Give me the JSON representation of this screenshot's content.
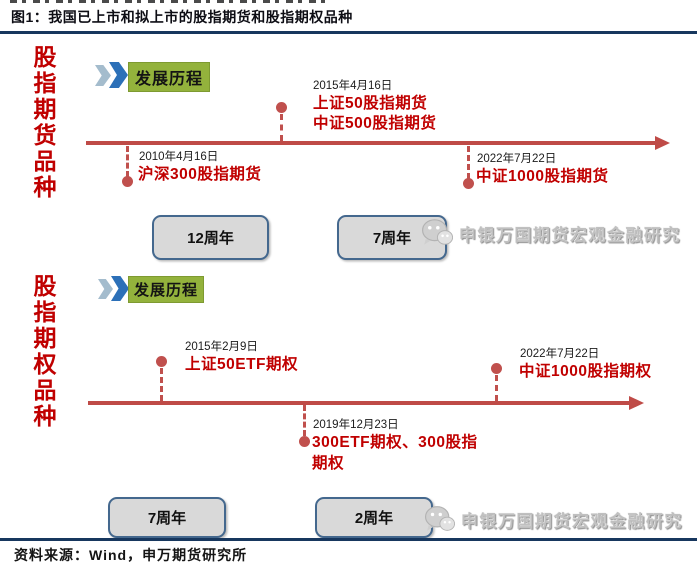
{
  "title": "图1：我国已上市和拟上市的股指期货和股指期权品种",
  "source_note": "资料来源：Wind，申万期货研究所",
  "watermark": {
    "text": "申银万国期货宏观金融研究",
    "icon": "wechat-icon"
  },
  "colors": {
    "accent_red": "#c00000",
    "timeline_red": "#bf4b47",
    "navy_rule": "#17375e",
    "badge_green": "#93b23c",
    "chevron_light_blue": "#a4bccd",
    "chevron_dark_blue": "#2c70b8",
    "anniversary_box_fill": "#d9d9d9",
    "anniversary_box_border": "#44688e",
    "watermark_gray": "#c0c0c0"
  },
  "sections": [
    {
      "side_label": "股指期货品种",
      "stage_badge": "发展历程",
      "events": [
        {
          "date": "2010年4月16日",
          "labels": [
            "沪深300股指期货"
          ],
          "position": "below-line"
        },
        {
          "date": "2015年4月16日",
          "labels": [
            "上证50股指期货",
            "中证500股指期货"
          ],
          "position": "above-line"
        },
        {
          "date": "2022年7月22日",
          "labels": [
            "中证1000股指期货"
          ],
          "position": "below-line"
        }
      ],
      "anniversary_boxes": [
        "12周年",
        "7周年"
      ]
    },
    {
      "side_label": "股指期权品种",
      "stage_badge": "发展历程",
      "events": [
        {
          "date": "2015年2月9日",
          "labels": [
            "上证50ETF期权"
          ],
          "position": "above-line"
        },
        {
          "date": "2019年12月23日",
          "labels": [
            "300ETF期权、300股指",
            "期权"
          ],
          "position": "below-line"
        },
        {
          "date": "2022年7月22日",
          "labels": [
            "中证1000股指期权"
          ],
          "position": "above-line"
        }
      ],
      "anniversary_boxes": [
        "7周年",
        "2周年"
      ]
    }
  ]
}
